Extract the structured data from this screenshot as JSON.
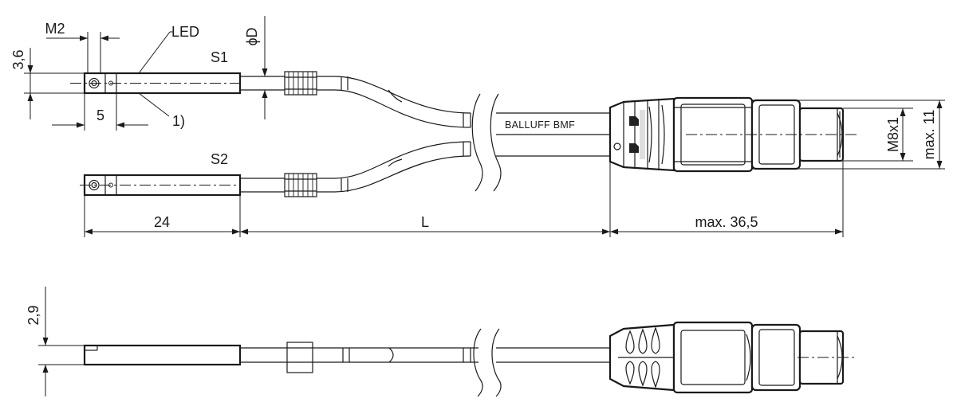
{
  "labels": {
    "dim_3_6": "3,6",
    "dim_m2": "M2",
    "led": "LED",
    "phi_d": "ϕD",
    "s1": "S1",
    "dim_5": "5",
    "note_1": "1)",
    "s2": "S2",
    "brand": "BALLUFF BMF",
    "dim_m8x1": "M8x1",
    "dim_max_11": "max. 11",
    "dim_24": "24",
    "dim_l": "L",
    "dim_max_36_5": "max. 36,5",
    "dim_2_9": "2,9"
  }
}
